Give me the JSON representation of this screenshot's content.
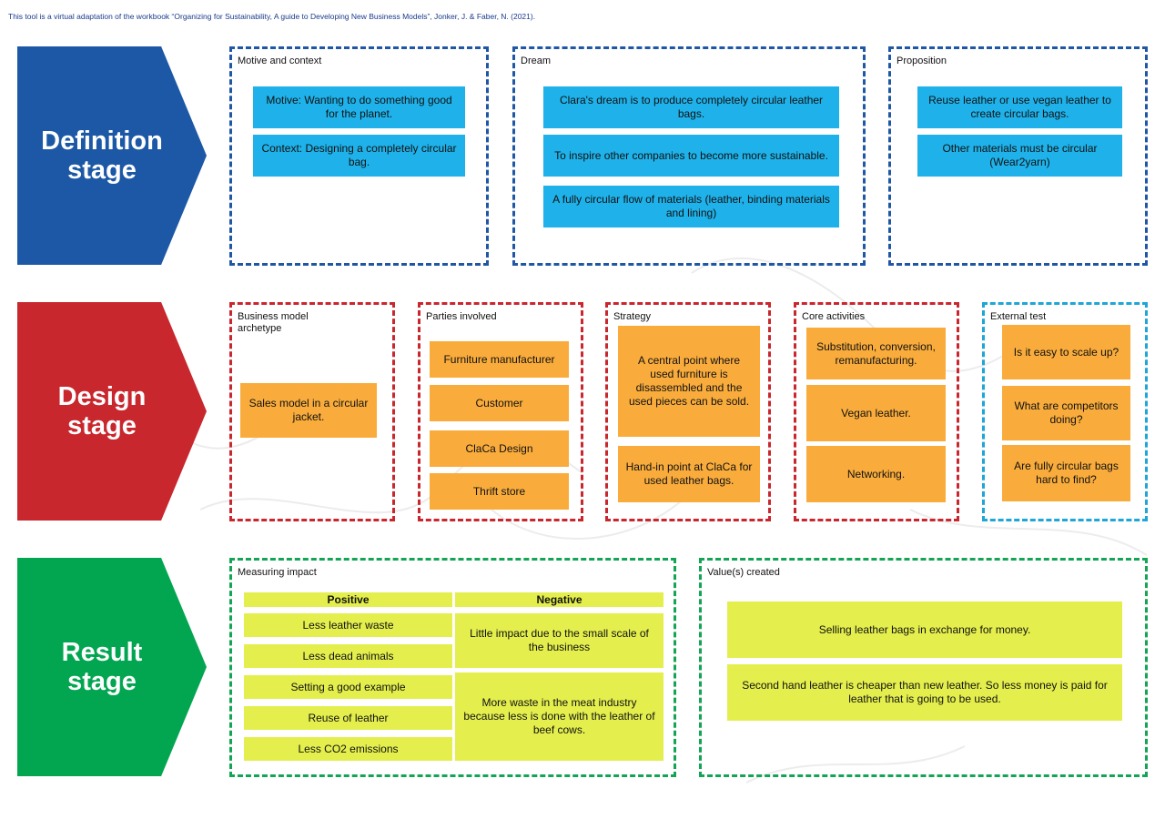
{
  "header_note": "This tool is a virtual adaptation of the workbook “Organizing for Sustainability, A guide to Developing New Business Models”, Jonker, J. & Faber, N. (2021).",
  "colors": {
    "definition": "#1c58a5",
    "design": "#c8272d",
    "result": "#03a650",
    "note_blue": "#1fb2ea",
    "note_orange": "#f9ac3c",
    "note_yellow": "#e4ef4d"
  },
  "definition": {
    "stage_label": "Definition\nstage",
    "motive": {
      "title": "Motive and context",
      "notes": [
        "Motive: Wanting to do something good for the planet.",
        "Context: Designing a completely circular bag."
      ]
    },
    "dream": {
      "title": "Dream",
      "notes": [
        "Clara's dream is to produce completely circular leather bags.",
        "To inspire other companies to become more sustainable.",
        "A fully circular flow of materials (leather, binding materials and lining)"
      ]
    },
    "proposition": {
      "title": "Proposition",
      "notes": [
        "Reuse leather or use vegan leather to create circular bags.",
        "Other materials must be circular (Wear2yarn)"
      ]
    }
  },
  "design": {
    "stage_label": "Design\nstage",
    "archetype": {
      "title": "Business model archetype",
      "notes": [
        "Sales model in a circular jacket."
      ]
    },
    "parties": {
      "title": "Parties involved",
      "notes": [
        "Furniture manufacturer",
        "Customer",
        "ClaCa Design",
        "Thrift store"
      ]
    },
    "strategy": {
      "title": "Strategy",
      "notes": [
        "A central point where used furniture is disassembled and the used pieces can be sold.",
        "Hand-in point at ClaCa for used leather bags."
      ]
    },
    "core": {
      "title": "Core activities",
      "notes": [
        "Substitution, conversion, remanufacturing.",
        "Vegan leather.",
        "Networking."
      ]
    },
    "external": {
      "title": "External test",
      "notes": [
        "Is it easy to scale up?",
        "What are competitors doing?",
        "Are fully circular bags hard to find?"
      ]
    }
  },
  "result": {
    "stage_label": "Result\nstage",
    "impact": {
      "title": "Measuring impact",
      "positive_header": "Positive",
      "negative_header": "Negative",
      "positive": [
        "Less leather waste",
        "Less dead animals",
        "Setting a good example",
        "Reuse of leather",
        "Less CO2 emissions"
      ],
      "negative": [
        "Little impact due to the small scale of the business",
        "More waste in the meat industry because less is done with the leather of beef cows."
      ]
    },
    "values": {
      "title": "Value(s) created",
      "notes": [
        "Selling leather bags in exchange for money.",
        "Second hand leather is cheaper than new leather. So less money is paid for leather that is going to be used."
      ]
    }
  }
}
